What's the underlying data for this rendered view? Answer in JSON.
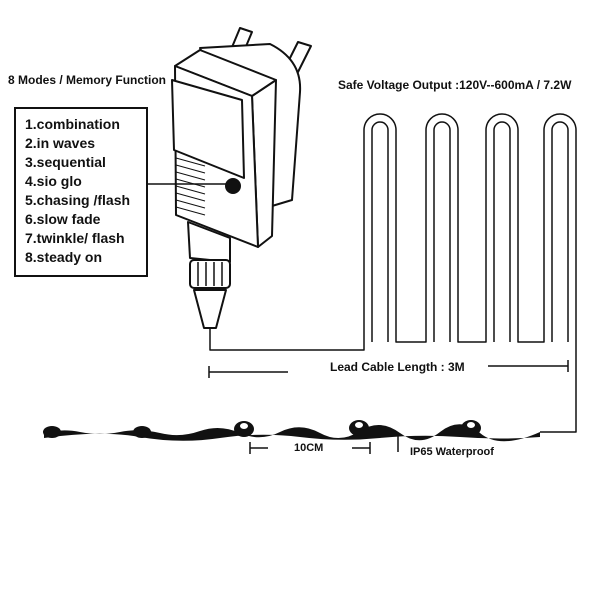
{
  "title": "8 Modes / Memory Function",
  "modes": [
    "1.combination",
    "2.in waves",
    "3.sequential",
    "4.sio glo",
    "5.chasing /flash",
    "6.slow fade",
    "7.twinkle/ flash",
    "8.steady on"
  ],
  "voltage_label": "Safe Voltage Output :120V--600mA / 7.2W",
  "lead_cable_label": "Lead Cable Length : 3M",
  "spacing_label": "10CM",
  "waterproof_label": "IP65 Waterproof"
}
